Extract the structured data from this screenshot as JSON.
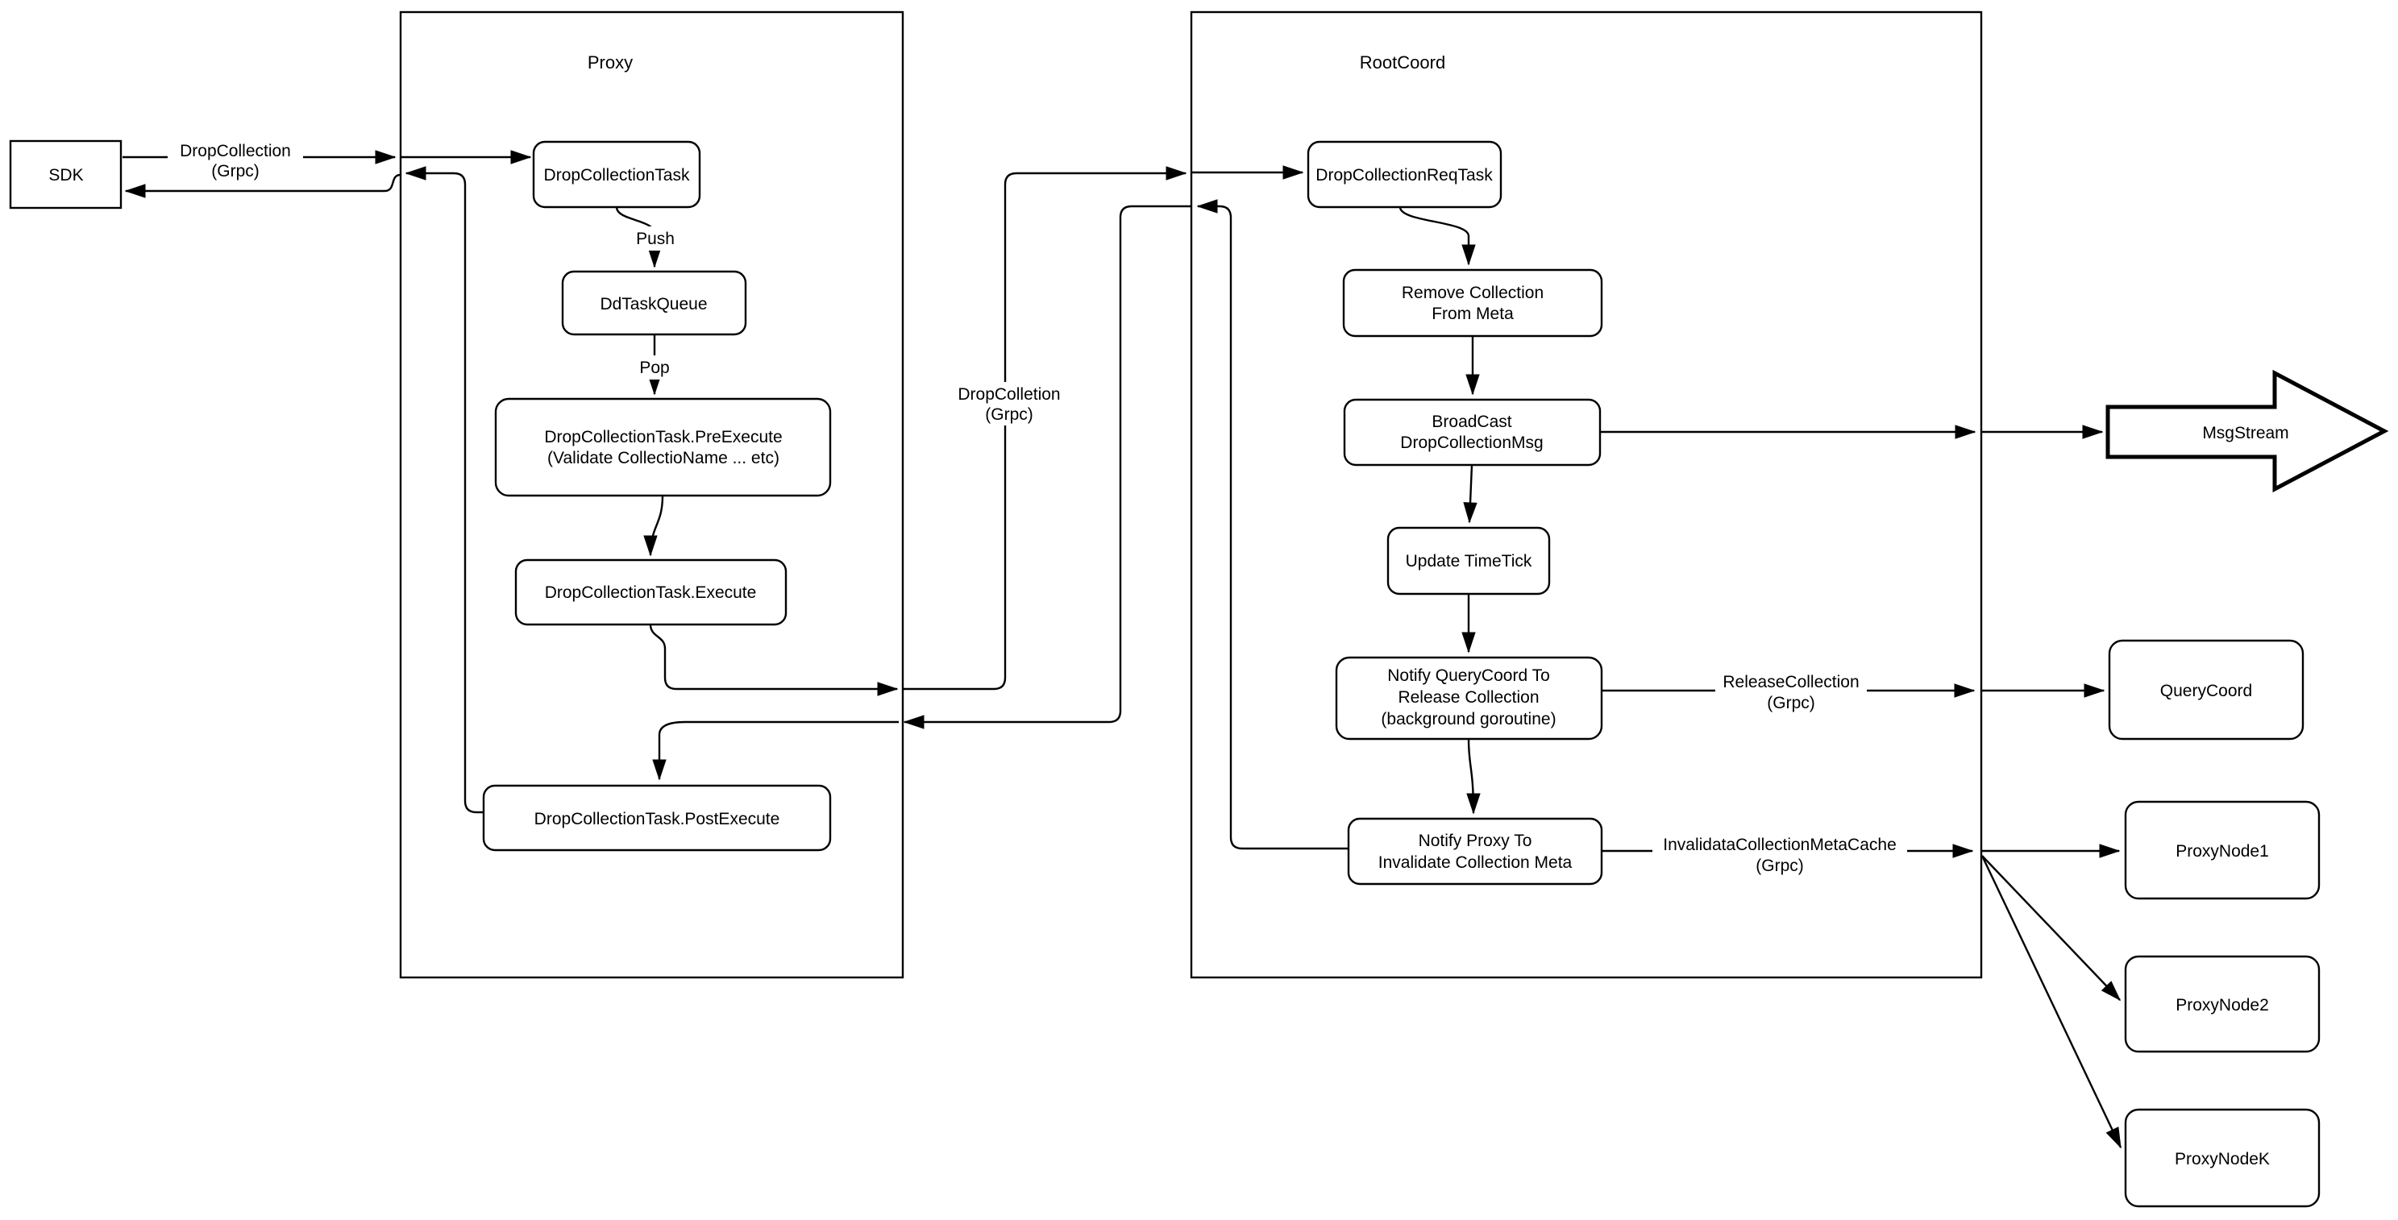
{
  "diagram": {
    "type": "flowchart",
    "containers": {
      "proxy": {
        "title": "Proxy"
      },
      "rootcoord": {
        "title": "RootCoord"
      }
    },
    "nodes": {
      "sdk": "SDK",
      "drop_collection_task": "DropCollectionTask",
      "dd_task_queue": "DdTaskQueue",
      "pre_execute_line1": "DropCollectionTask.PreExecute",
      "pre_execute_line2": "(Validate CollectioName ... etc)",
      "execute": "DropCollectionTask.Execute",
      "post_execute": "DropCollectionTask.PostExecute",
      "drop_collection_req_task": "DropCollectionReqTask",
      "remove_collection_line1": "Remove Collection",
      "remove_collection_line2": "From Meta",
      "broadcast_line1": "BroadCast",
      "broadcast_line2": "DropCollectionMsg",
      "update_timetick": "Update TimeTick",
      "notify_querycoord_line1": "Notify QueryCoord To",
      "notify_querycoord_line2": "Release Collection",
      "notify_querycoord_line3": "(background goroutine)",
      "notify_proxy_line1": "Notify Proxy To",
      "notify_proxy_line2": "Invalidate Collection Meta",
      "msgstream": "MsgStream",
      "querycoord": "QueryCoord",
      "proxynode1": "ProxyNode1",
      "proxynode2": "ProxyNode2",
      "proxynodek": "ProxyNodeK"
    },
    "edge_labels": {
      "sdk_call_line1": "DropCollection",
      "sdk_call_line2": "(Grpc)",
      "push": "Push",
      "pop": "Pop",
      "proxy_to_root_line1": "DropColletion",
      "proxy_to_root_line2": "(Grpc)",
      "release_line1": "ReleaseCollection",
      "release_line2": "(Grpc)",
      "invalidate_line1": "InvalidataCollectionMetaCache",
      "invalidate_line2": "(Grpc)"
    },
    "colors": {
      "stroke": "#000000",
      "background": "#ffffff"
    }
  }
}
